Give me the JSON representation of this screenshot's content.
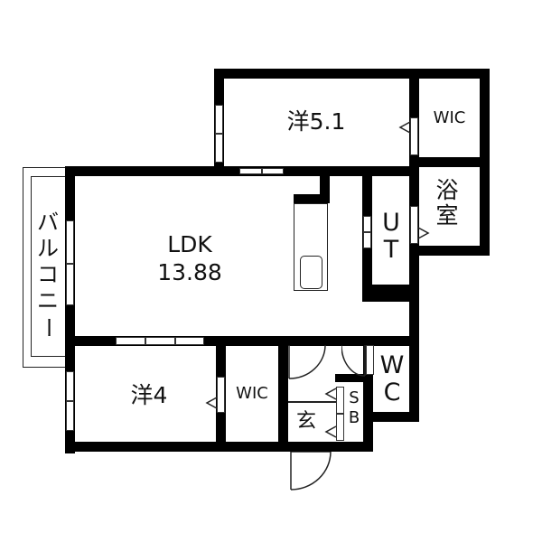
{
  "plan": {
    "rooms": {
      "western_5_1": {
        "label": "洋5.1"
      },
      "wic_top": {
        "label": "WIC"
      },
      "bath": {
        "label": "浴\n室",
        "label_line1": "浴",
        "label_line2": "室"
      },
      "ldk": {
        "label_line1": "LDK",
        "label_line2": "13.88"
      },
      "ut": {
        "label_line1": "U",
        "label_line2": "T"
      },
      "balcony": {
        "label": "バルコニー",
        "chars": [
          "バ",
          "ル",
          "コ",
          "ニ",
          "ー"
        ]
      },
      "western_4": {
        "label": "洋4"
      },
      "wic_bottom": {
        "label": "WIC"
      },
      "wc": {
        "label_line1": "W",
        "label_line2": "C"
      },
      "entrance": {
        "label": "玄"
      },
      "shoebox": {
        "label_line1": "S",
        "label_line2": "B"
      }
    },
    "colors": {
      "wall": "#000000",
      "background": "#ffffff",
      "line": "#222222"
    }
  }
}
